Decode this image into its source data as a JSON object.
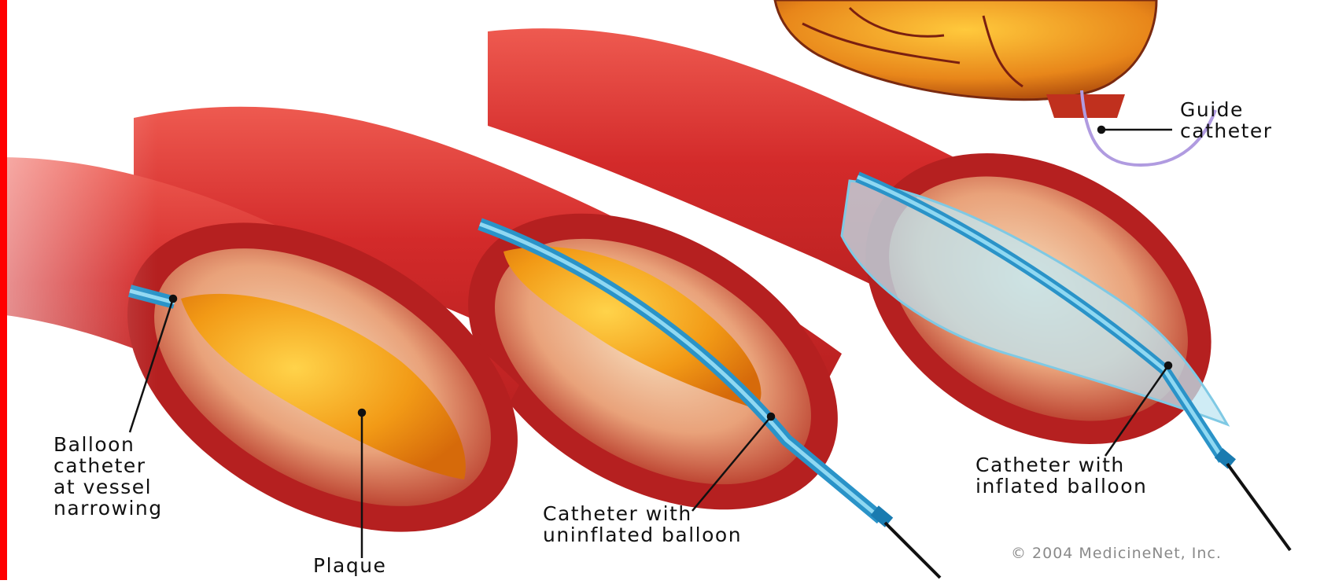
{
  "labels": {
    "balloon_catheter": "Balloon\ncatheter\nat vessel\nnarrowing",
    "plaque": "Plaque",
    "uninflated": "Catheter with\nuninflated balloon",
    "inflated": "Catheter with\ninflated balloon",
    "guide": "Guide\ncatheter"
  },
  "copyright": "© 2004 MedicineNet, Inc.",
  "colors": {
    "artery": "#d32a2a",
    "artery_dark": "#8e1414",
    "plaque": "#f2a21a",
    "catheter": "#2aa8d8",
    "balloon": "#bfe6f2",
    "accent_bar": "#ff0000"
  }
}
